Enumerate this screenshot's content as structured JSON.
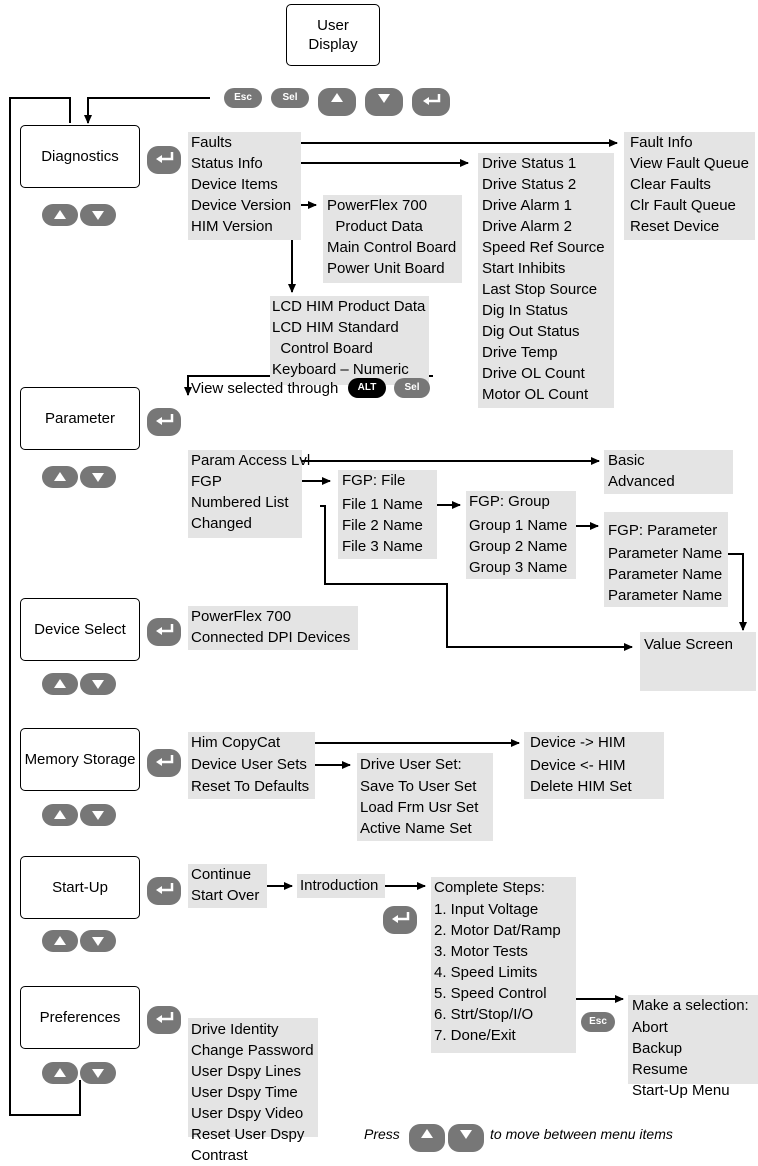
{
  "top": {
    "user_display": "User\nDisplay",
    "keys": [
      "Esc",
      "Sel",
      "up-arrow-key",
      "down-arrow-key",
      "enter-key"
    ]
  },
  "menus": {
    "diagnostics": "Diagnostics",
    "parameter": "Parameter",
    "device_select": "Device Select",
    "memory_storage": "Memory Storage",
    "start_up": "Start-Up",
    "preferences": "Preferences"
  },
  "diagnostics": {
    "items": [
      "Faults",
      "Status Info",
      "Device Items",
      "Device Version",
      "HIM Version"
    ],
    "fault_info": [
      "Fault Info",
      "View Fault Queue",
      "Clear Faults",
      "Clr Fault Queue",
      "Reset Device"
    ],
    "status_info": [
      "Drive Status 1",
      "Drive Status 2",
      "Drive Alarm 1",
      "Drive Alarm 2",
      "Speed Ref Source",
      "Start Inhibits",
      "Last Stop Source",
      "Dig In Status",
      "Dig Out Status",
      "Drive Temp",
      "Drive OL Count",
      "Motor OL Count"
    ],
    "device_version": [
      "PowerFlex 700",
      "  Product Data",
      "Main Control Board",
      "Power Unit Board"
    ],
    "him_version": [
      "LCD HIM Product Data",
      "LCD HIM Standard",
      "  Control Board",
      "Keyboard – Numeric"
    ]
  },
  "parameter": {
    "view_selected": "View selected through",
    "alt_key": "ALT",
    "sel_key": "Sel",
    "items": [
      "Param Access Lvl",
      "FGP",
      "Numbered List",
      "Changed"
    ],
    "access_levels": [
      "Basic",
      "Advanced"
    ],
    "fgp_file_header": "FGP: File",
    "files": [
      "File 1 Name",
      "File 2 Name",
      "File 3 Name"
    ],
    "fgp_group_header": "FGP: Group",
    "groups": [
      "Group 1 Name",
      "Group 2 Name",
      "Group 3 Name"
    ],
    "fgp_param_header": "FGP: Parameter",
    "params": [
      "Parameter Name",
      "Parameter Name",
      "Parameter Name"
    ],
    "value_screen": "Value Screen"
  },
  "device_select": {
    "items": [
      "PowerFlex 700",
      "Connected DPI Devices"
    ]
  },
  "memory_storage": {
    "items": [
      "Him CopyCat",
      "Device User Sets",
      "Reset To Defaults"
    ],
    "copycat_header": "Device -> HIM",
    "copycat": [
      "Device <- HIM",
      "Delete HIM Set"
    ],
    "user_set_header": "Drive User Set:",
    "user_sets": [
      "Save To User Set",
      "Load Frm Usr Set",
      "Active Name Set"
    ]
  },
  "start_up": {
    "items": [
      "Continue",
      "Start Over"
    ],
    "introduction": "Introduction",
    "steps_header": "Complete Steps:",
    "steps": [
      "1. Input Voltage",
      "2. Motor Dat/Ramp",
      "3. Motor Tests",
      "4. Speed Limits",
      "5. Speed Control",
      "6. Strt/Stop/I/O",
      "7. Done/Exit"
    ],
    "esc_key": "Esc",
    "selection_header": "Make a selection:",
    "selection": [
      "Abort",
      "Backup",
      "Resume",
      "Start-Up Menu"
    ]
  },
  "preferences": {
    "items": [
      "Drive Identity",
      "Change Password",
      "User Dspy Lines",
      "User Dspy Time",
      "User Dspy Video",
      "Reset User Dspy",
      "Contrast"
    ]
  },
  "footer": {
    "press": "Press",
    "to_move": "to move between menu items"
  },
  "colors": {
    "panel": "#e4e4e4",
    "key": "#777777",
    "line": "#000000"
  }
}
